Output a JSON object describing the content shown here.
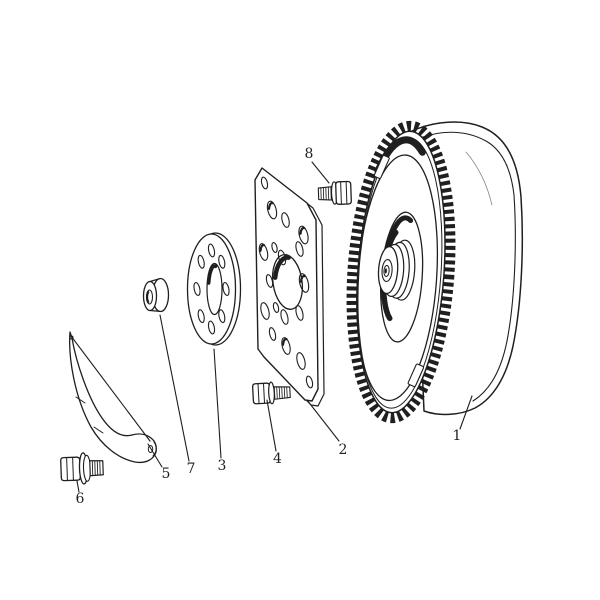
{
  "background": "#ffffff",
  "ink": "#1f1f1f",
  "figure": {
    "type": "exploded-parts-diagram",
    "subject": "torque-converter-and-drive-plate"
  },
  "callouts": [
    {
      "number": "1",
      "part": "torque-converter-with-ring-gear"
    },
    {
      "number": "2",
      "part": "drive-plate"
    },
    {
      "number": "3",
      "part": "spacer-plate"
    },
    {
      "number": "4",
      "part": "bolt"
    },
    {
      "number": "5",
      "part": "cover-plate"
    },
    {
      "number": "6",
      "part": "bolt-and-washer"
    },
    {
      "number": "7",
      "part": "spacer-bush"
    },
    {
      "number": "8",
      "part": "bolt"
    }
  ]
}
